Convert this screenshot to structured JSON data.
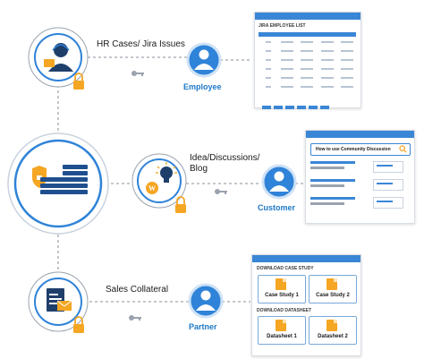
{
  "nodes": {
    "hr": {
      "label": "HR Cases/ Jira Issues"
    },
    "idea": {
      "label_line1": "Idea/Discussions/",
      "label_line2": "Blog"
    },
    "sales": {
      "label": "Sales Collateral"
    }
  },
  "users": {
    "employee": "Employee",
    "customer": "Customer",
    "partner": "Partner"
  },
  "panels": {
    "jira": {
      "title": "JIRA EMPLOYEE LIST",
      "rows": 6
    },
    "community": {
      "search_text": "How to use Community Discussion"
    },
    "downloads": {
      "case_study_heading": "DOWNLOAD CASE STUDY",
      "datasheet_heading": "DOWNLOAD DATASHEET",
      "cards": [
        "Case Study 1",
        "Case Study 2",
        "Datasheet 1",
        "Datasheet 2"
      ]
    }
  },
  "colors": {
    "accent": "#1e78c8",
    "icon_circle": "#2f83d8",
    "lock": "#f5a623",
    "line": "#8a9099"
  }
}
